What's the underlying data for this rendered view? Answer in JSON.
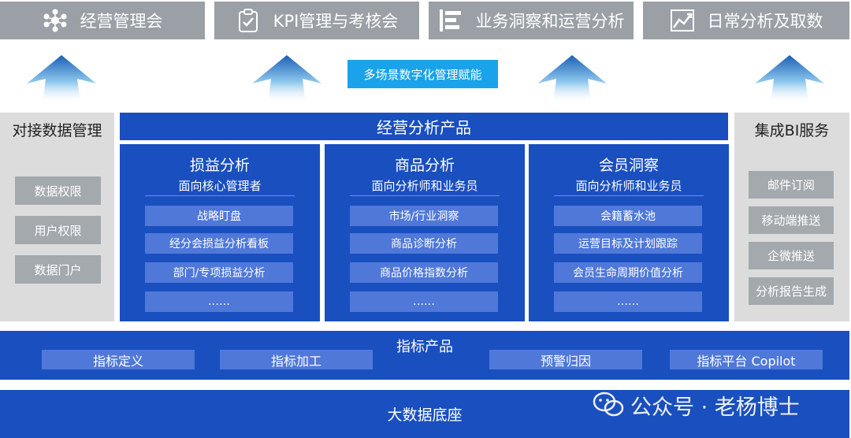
{
  "top_row": [
    {
      "label": "经营管理会",
      "icon": "network-icon"
    },
    {
      "label": "KPI管理与考核会",
      "icon": "clipboard-check-icon"
    },
    {
      "label": "业务洞察和运营分析",
      "icon": "bar-list-icon"
    },
    {
      "label": "日常分析及取数",
      "icon": "line-chart-icon"
    }
  ],
  "center_tag": "多场景数字化管理赋能",
  "left_panel": {
    "title": "对接数据管理",
    "items": [
      "数据权限",
      "用户权限",
      "数据门户"
    ]
  },
  "right_panel": {
    "title": "集成BI服务",
    "items": [
      "邮件订阅",
      "移动端推送",
      "企微推送",
      "分析报告生成"
    ]
  },
  "main": {
    "title": "经营分析产品",
    "columns": [
      {
        "title": "损益分析",
        "subtitle": "面向核心管理者",
        "items": [
          "战略盯盘",
          "经分会损益分析看板",
          "部门/专项损益分析",
          "……"
        ]
      },
      {
        "title": "商品分析",
        "subtitle": "面向分析师和业务员",
        "items": [
          "市场/行业洞察",
          "商品诊断分析",
          "商品价格指数分析",
          "……"
        ]
      },
      {
        "title": "会员洞察",
        "subtitle": "面向分析师和业务员",
        "items": [
          "会籍蓄水池",
          "运营目标及计划跟踪",
          "会员生命周期价值分析",
          "……"
        ]
      }
    ]
  },
  "metrics": {
    "title": "指标产品",
    "items": [
      "指标定义",
      "指标加工",
      "预警归因",
      "指标平台 Copilot"
    ]
  },
  "base": "大数据底座",
  "watermark": "公众号 · 老杨博士",
  "colors": {
    "primary": "#1a4fbf",
    "item": "#4f78d9",
    "accent": "#1aa3ea",
    "gray": "#9aa0a6",
    "panel": "#dcdcdc"
  }
}
